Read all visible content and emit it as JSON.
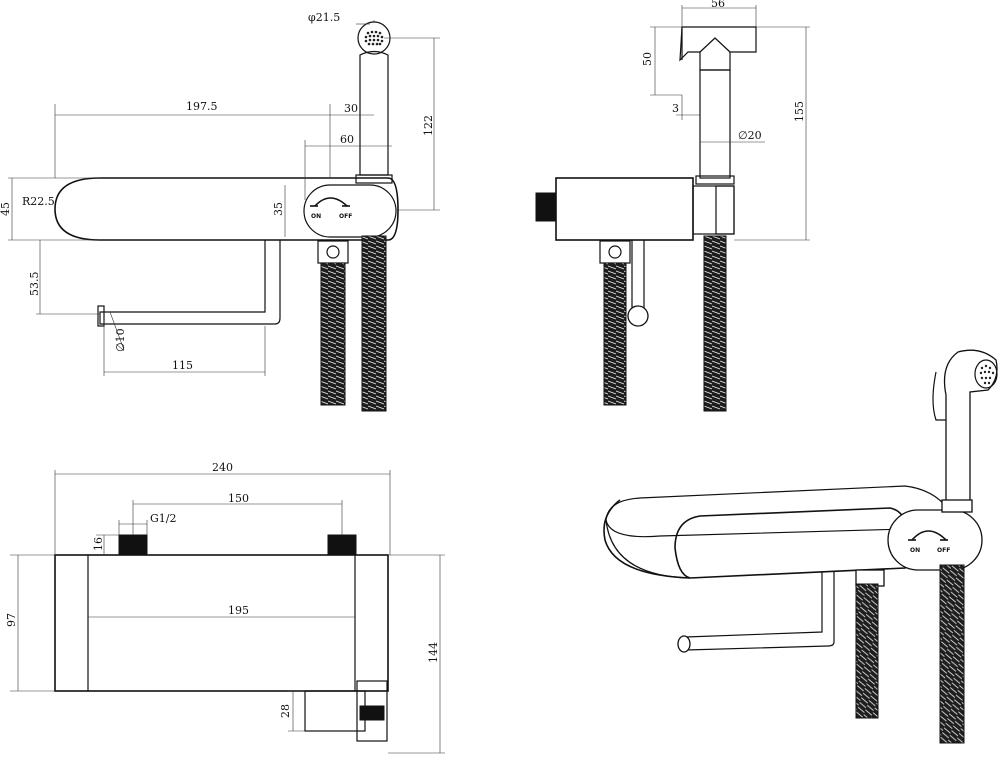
{
  "dimensions": {
    "front": {
      "spray_diameter": "φ21.5",
      "body_length": "197.5",
      "offset_30": "30",
      "offset_60": "60",
      "height_122": "122",
      "radius": "R22.5",
      "height_45": "45",
      "handle_35": "35",
      "drop_53_5": "53.5",
      "holder_diameter": "∅10",
      "holder_length": "115"
    },
    "side": {
      "width_56": "56",
      "height_50": "50",
      "offset_3": "3",
      "total_155": "155",
      "hose_diameter": "∅20"
    },
    "top": {
      "total_240": "240",
      "spacing_150": "150",
      "thread": "G1/2",
      "inlet_16": "16",
      "depth_97": "97",
      "inner_195": "195",
      "total_144": "144",
      "holder_28": "28"
    }
  },
  "labels": {
    "on": "ON",
    "off": "OFF"
  }
}
